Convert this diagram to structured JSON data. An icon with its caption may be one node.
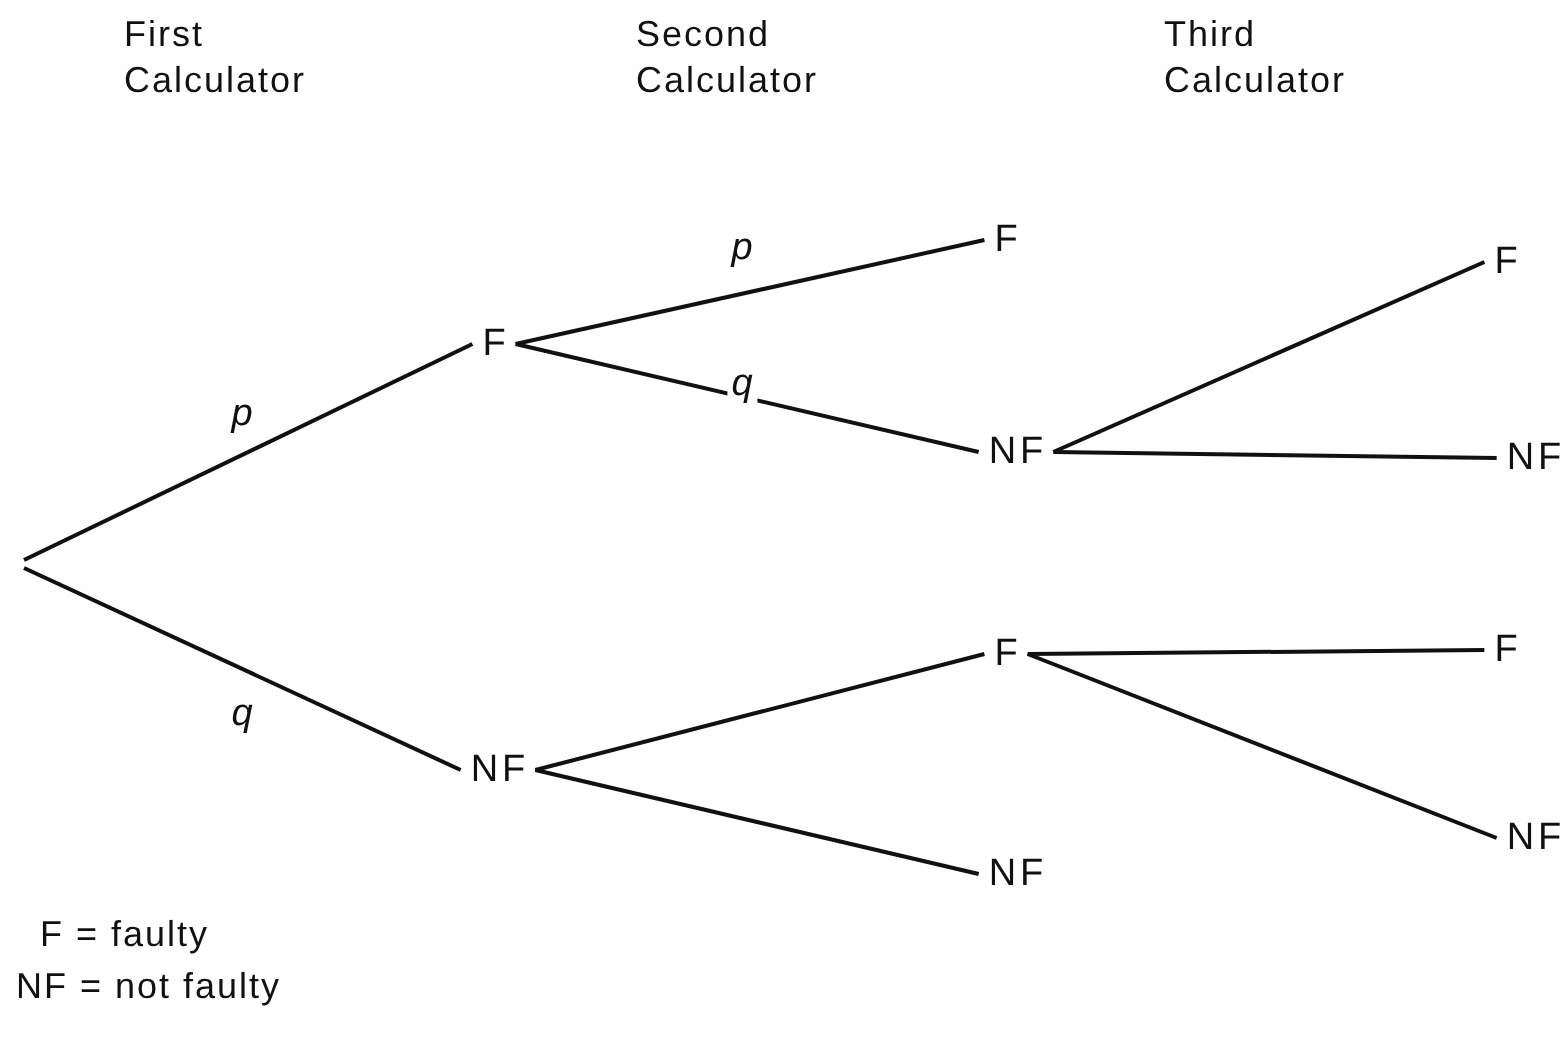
{
  "diagram": {
    "nodes": [
      {
        "text": [
          "F"
        ]
      },
      {
        "text": [
          "NF"
        ]
      },
      {
        "text": [
          "F"
        ]
      },
      {
        "text": [
          "NF"
        ]
      },
      {
        "text": [
          "F"
        ]
      },
      {
        "text": [
          "NF"
        ]
      },
      {
        "text": [
          "F"
        ]
      },
      {
        "text": [
          "NF"
        ]
      },
      {
        "text": [
          "F"
        ]
      },
      {
        "text": [
          "NF"
        ]
      }
    ],
    "edges": [
      {
        "from": null,
        "to": 0,
        "arrow": "none",
        "label": "p"
      },
      {
        "from": null,
        "to": 1,
        "arrow": "none",
        "label": "q"
      },
      {
        "from": 0,
        "to": 2,
        "arrow": "none",
        "label": "p"
      },
      {
        "from": 0,
        "to": 3,
        "arrow": "none",
        "label": "q"
      },
      {
        "from": 3,
        "to": 6,
        "arrow": "none"
      },
      {
        "from": 3,
        "to": 7,
        "arrow": "none"
      },
      {
        "from": 1,
        "to": 4,
        "arrow": "none"
      },
      {
        "from": 1,
        "to": 5,
        "arrow": "none"
      },
      {
        "from": 4,
        "to": 8,
        "arrow": "none"
      },
      {
        "from": 4,
        "to": 9,
        "arrow": "none"
      }
    ],
    "labels": [
      "First Calculator",
      "Second Calculator",
      "Third Calculator",
      "F = faulty",
      "NF = not faulty"
    ]
  }
}
